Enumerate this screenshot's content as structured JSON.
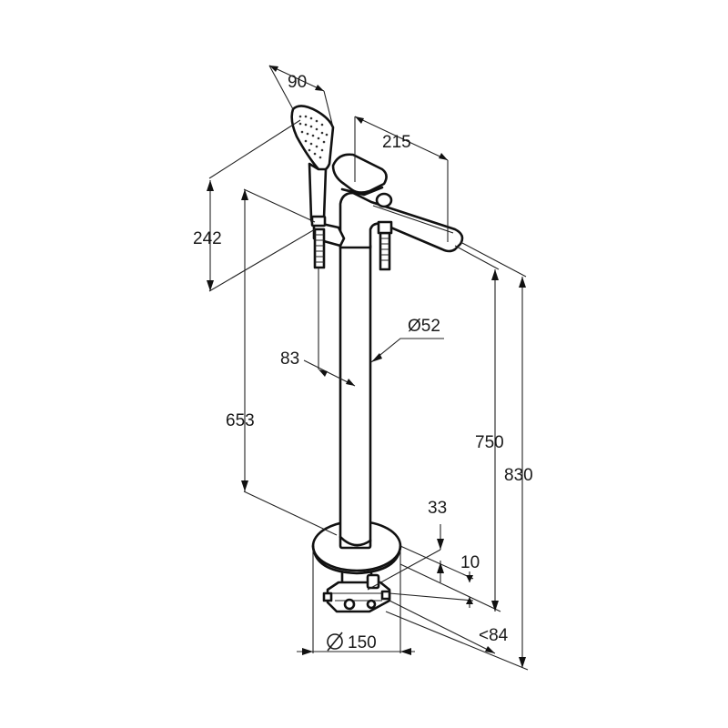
{
  "diagram": {
    "dimensions": {
      "handshower_width": "90",
      "spout_reach": "215",
      "handshower_height": "242",
      "pipe_diameter": "Ø52",
      "holder_offset": "83",
      "holder_height": "653",
      "spout_height": "750",
      "overall_height": "830",
      "base_height_a": "33",
      "base_height_b": "10",
      "base_depth": "<84",
      "base_diameter": "150"
    },
    "symbols": {
      "base_diameter_symbol": "diameter-symbol"
    }
  }
}
